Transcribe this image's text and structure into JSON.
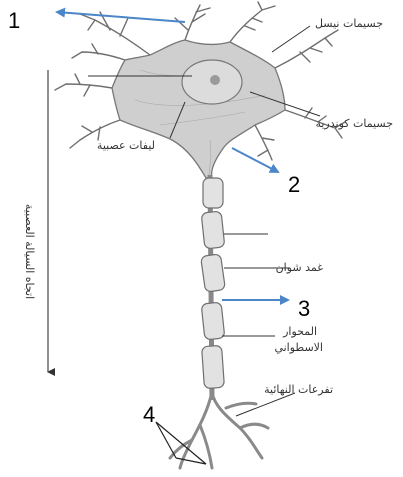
{
  "numbers": {
    "n1": "1",
    "n2": "2",
    "n3": "3",
    "n4": "4"
  },
  "labels": {
    "nissl_bodies": "جسيمات نيسل",
    "mitochondria": "جسيمات كوندرية",
    "neurofibrils": "ليفات عصبية",
    "schwann_sheath": "غمد شوان",
    "axon_line1": "المحوار",
    "axon_line2": "الاسطواني",
    "terminal_branches": "تفرعات النهائية",
    "nerve_impulse_direction": "اتجاه السيالة العصبية"
  },
  "colors": {
    "arrow": "#4a86c8",
    "cell": "#cfcfcf",
    "outline": "#777777"
  }
}
